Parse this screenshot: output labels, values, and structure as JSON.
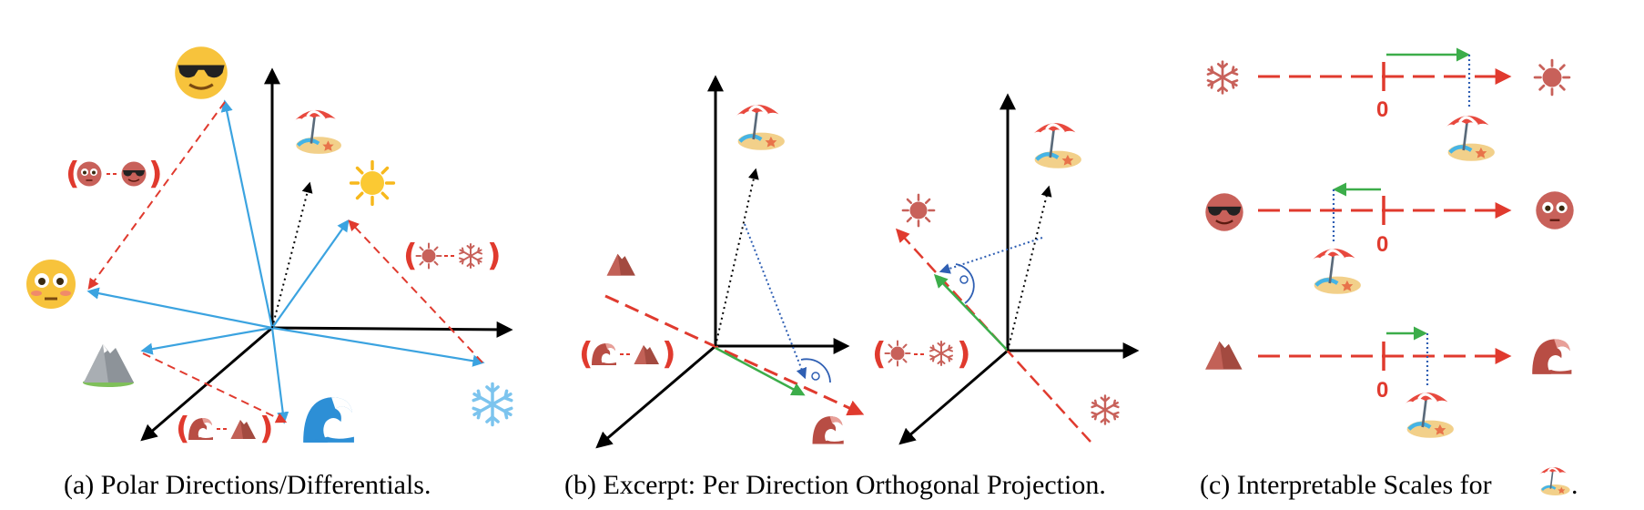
{
  "captions": {
    "a": "(a) Polar Directions/Differentials.",
    "b": "(b) Excerpt: Per Direction Orthogonal Projection.",
    "c": "(c) Interpretable Scales for",
    "c_period": "."
  },
  "scales": {
    "zero_label": "0"
  },
  "icons": {
    "beach": "beach-umbrella-icon",
    "cool": "sunglasses-face-icon",
    "flushed": "flushed-face-icon",
    "sun": "sun-icon",
    "snow": "snowflake-icon",
    "mountain": "mountain-icon",
    "wave": "wave-icon"
  },
  "colors": {
    "axis": "#000000",
    "word_vector": "#3ba3e0",
    "polar_direction": "#e03a2e",
    "projection": "#3cad4a",
    "dotted_projection": "#2f5fb3"
  }
}
